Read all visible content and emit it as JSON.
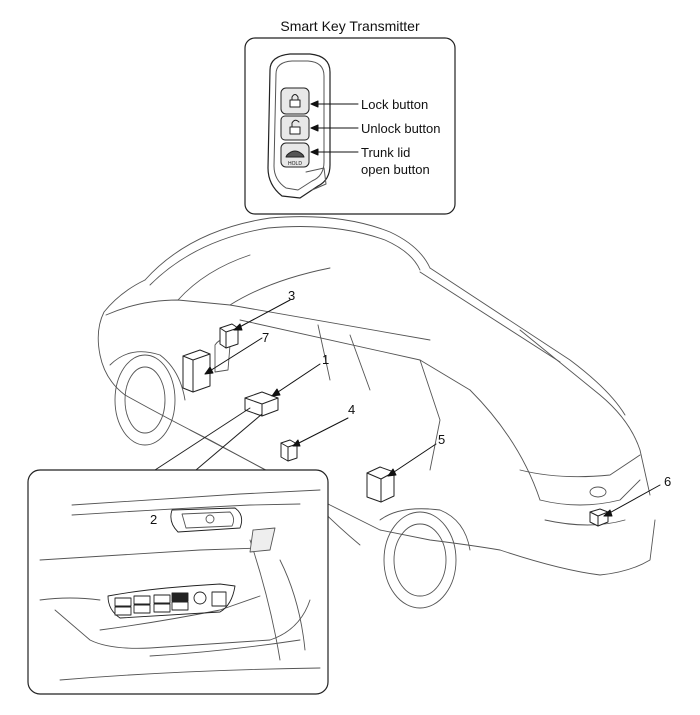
{
  "title": "Smart Key Transmitter",
  "transmitter_buttons": {
    "lock": "Lock button",
    "unlock": "Unlock button",
    "trunk_line1": "Trunk lid",
    "trunk_line2": "open button",
    "hold_text": "HOLD"
  },
  "part_numbers": {
    "p1": "1",
    "p2": "2",
    "p3": "3",
    "p4": "4",
    "p5": "5",
    "p6": "6",
    "p7": "7"
  }
}
